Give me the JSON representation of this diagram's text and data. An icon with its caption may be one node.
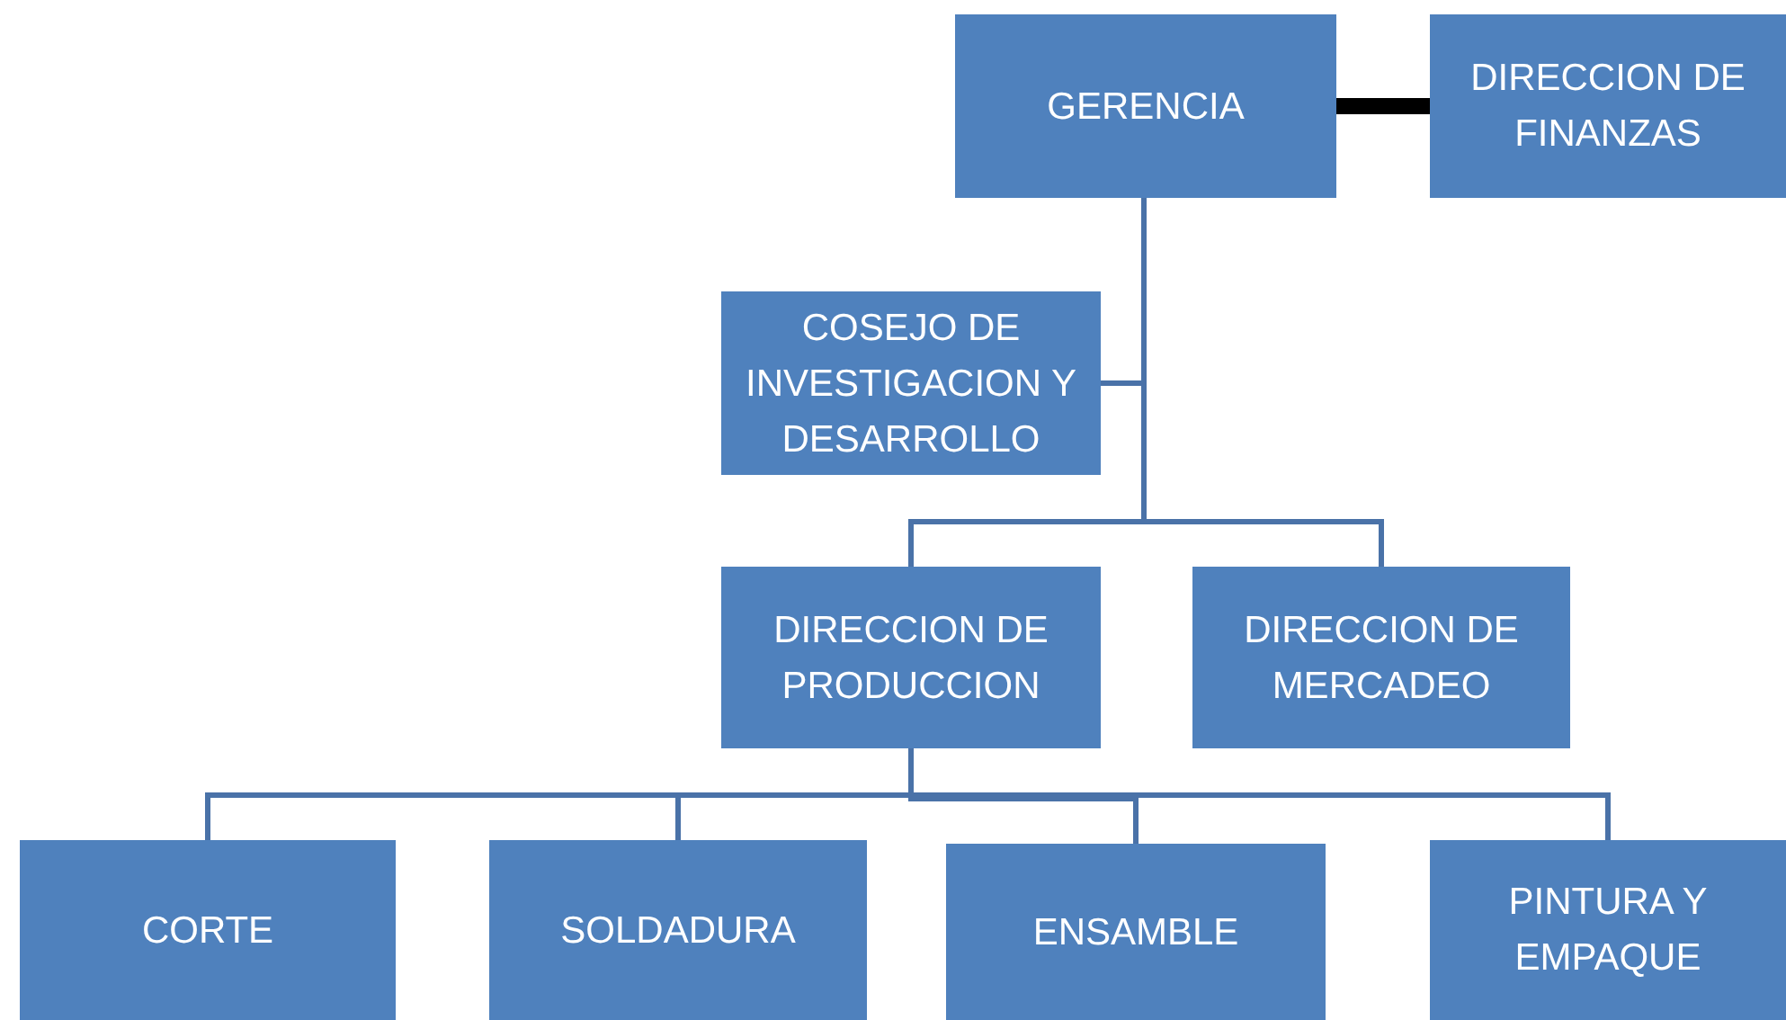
{
  "diagram": {
    "nodes": [
      {
        "text": [
          "GERENCIA"
        ]
      },
      {
        "text": [
          "DIRECCION DE FINANZAS"
        ]
      },
      {
        "text": [
          "COSEJO DE INVESTIGACION Y DESARROLLO"
        ]
      },
      {
        "text": [
          "DIRECCION DE PRODUCCION"
        ]
      },
      {
        "text": [
          "DIRECCION DE MERCADEO"
        ]
      },
      {
        "text": [
          "CORTE"
        ]
      },
      {
        "text": [
          "SOLDADURA"
        ]
      },
      {
        "text": [
          "ENSAMBLE"
        ]
      },
      {
        "text": [
          "PINTURA Y EMPAQUE"
        ]
      }
    ],
    "edges": [
      {
        "from": 0,
        "to": 1,
        "arrow": "none",
        "style": "thick",
        "color": "#000000"
      },
      {
        "from": 0,
        "to": 2,
        "arrow": "none"
      },
      {
        "from": 0,
        "to": 3,
        "arrow": "none"
      },
      {
        "from": 0,
        "to": 4,
        "arrow": "none"
      },
      {
        "from": 3,
        "to": 5,
        "arrow": "none"
      },
      {
        "from": 3,
        "to": 6,
        "arrow": "none"
      },
      {
        "from": 3,
        "to": 7,
        "arrow": "none"
      },
      {
        "from": 3,
        "to": 8,
        "arrow": "none"
      }
    ]
  }
}
